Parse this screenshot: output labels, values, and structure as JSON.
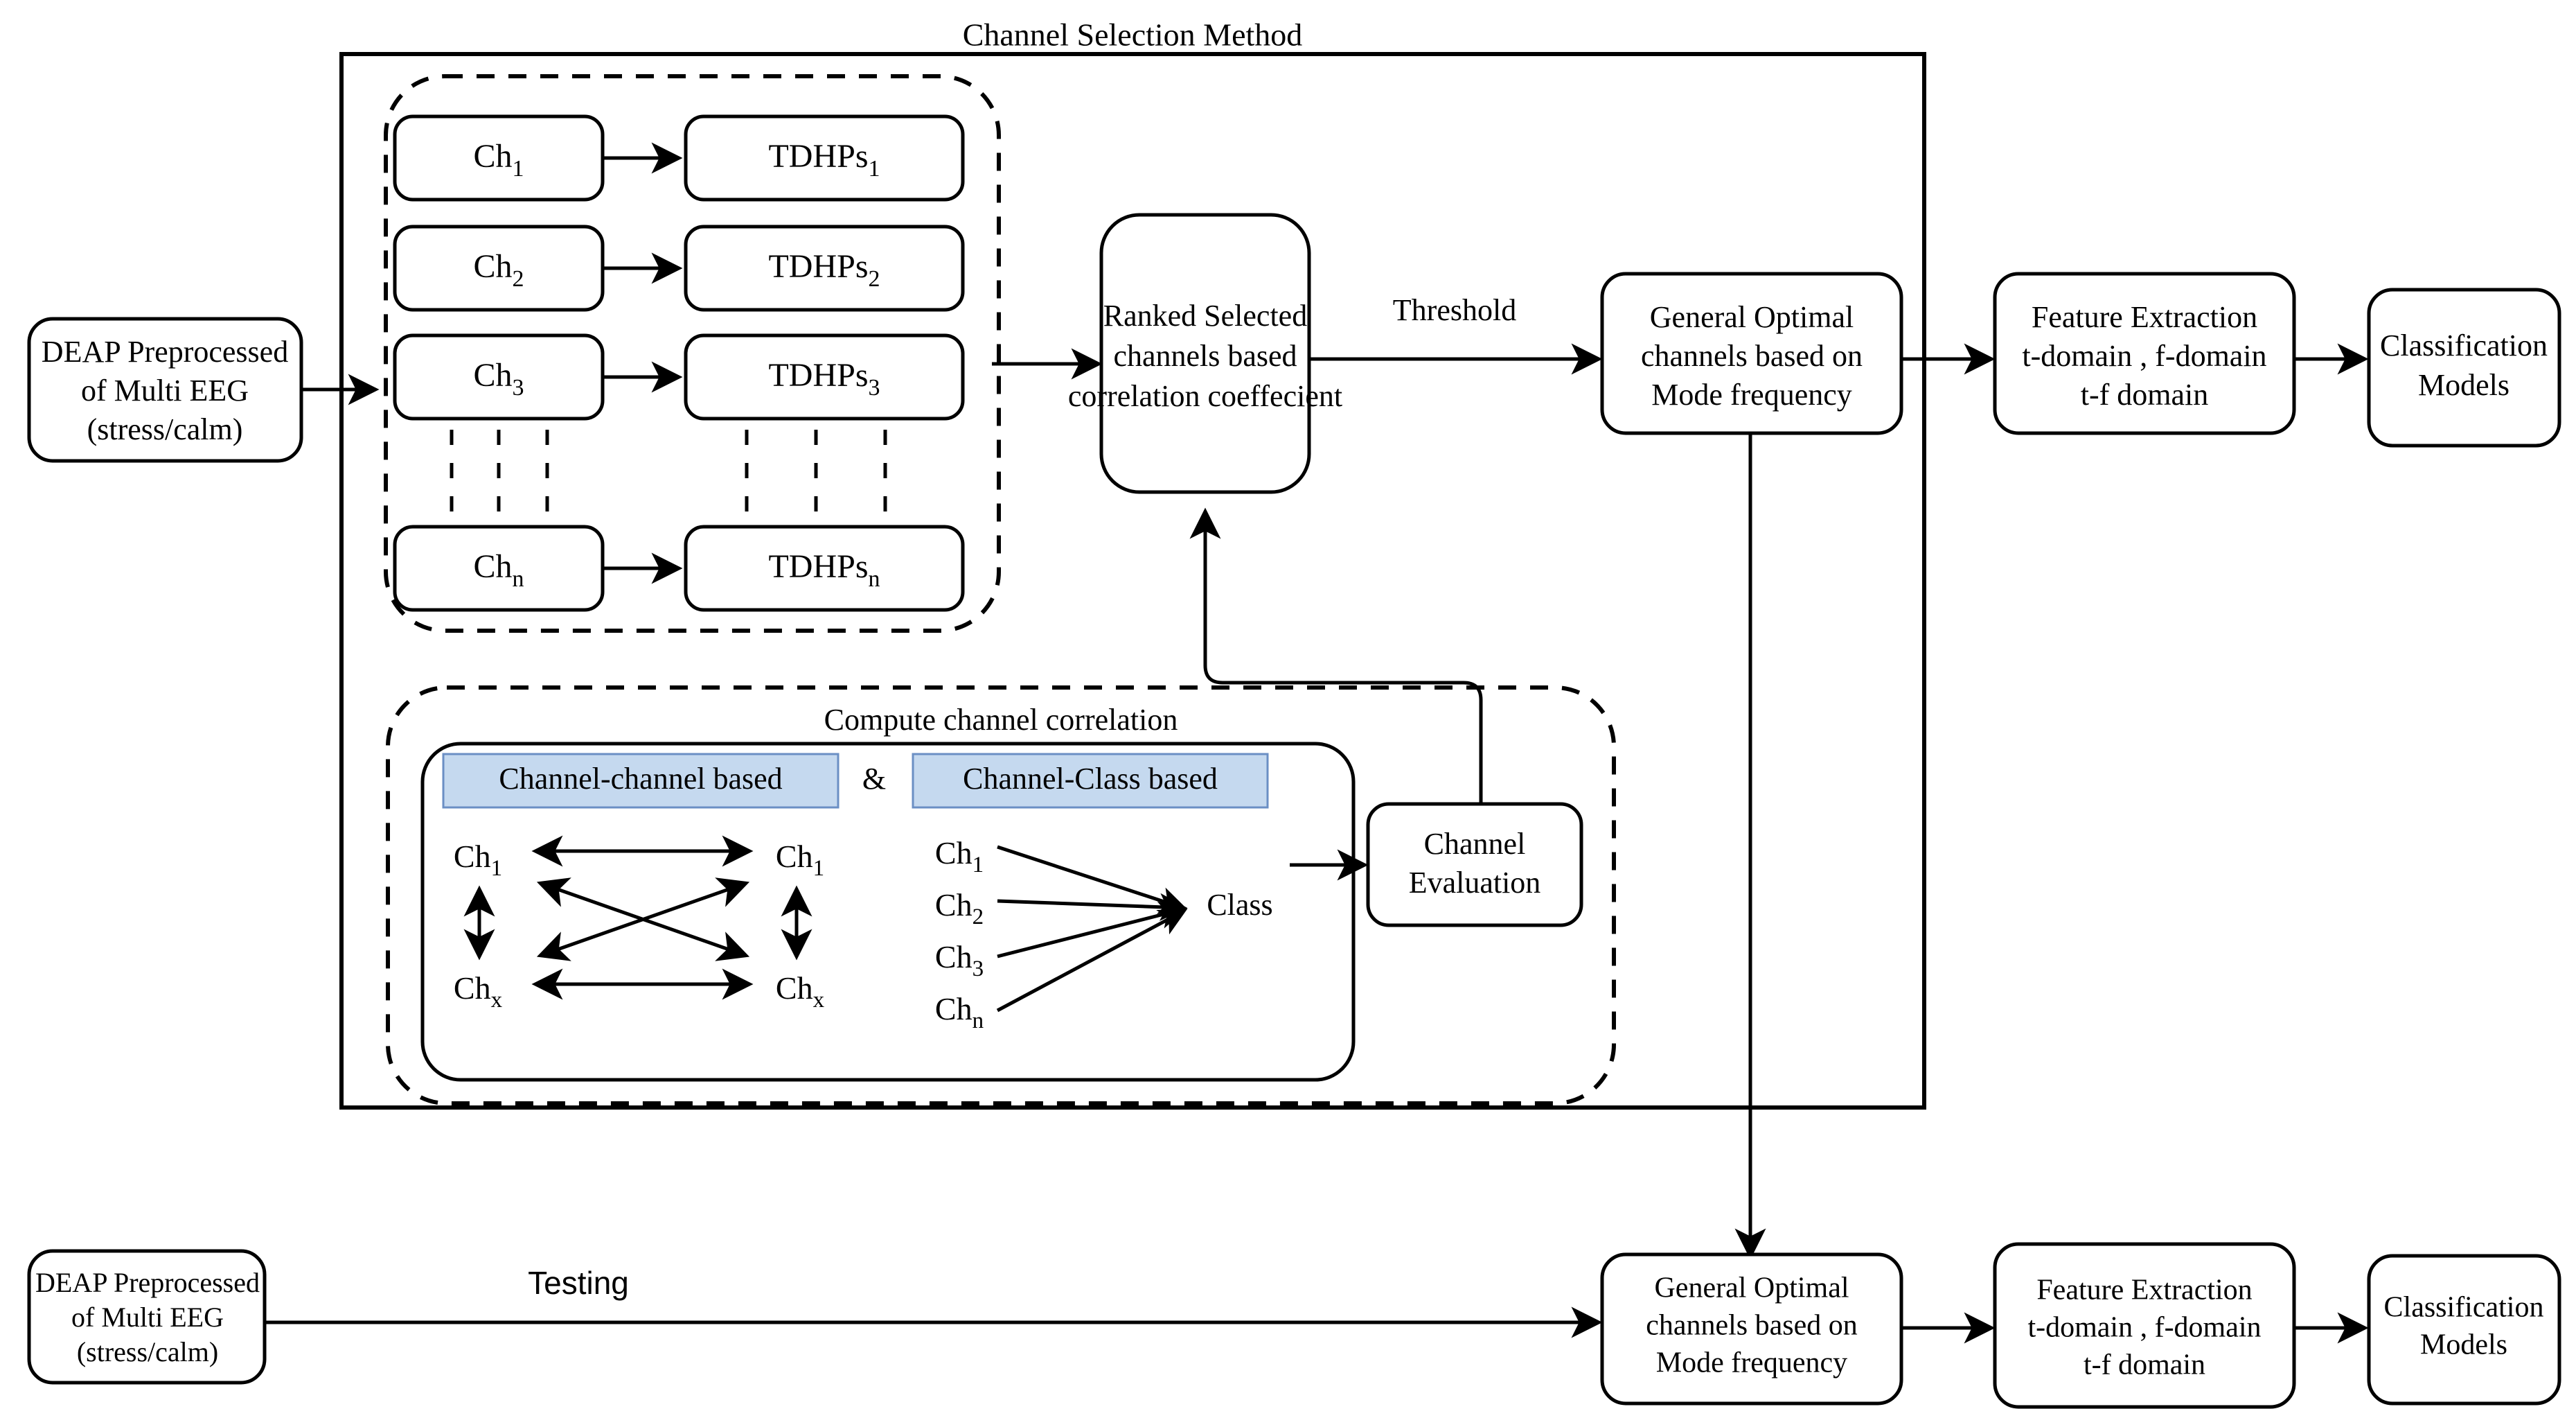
{
  "diagram": {
    "title": "Channel Selection Method",
    "inner_group_label": "Compute channel correlation",
    "threshold_label": "Threshold",
    "testing_label": "Testing",
    "amp_label": "&",
    "class_label": "Class",
    "colors": {
      "tag_fill": "#c5d9ef",
      "tag_stroke": "#6b8fc4",
      "line": "#000000",
      "node_fill": "#ffffff"
    }
  },
  "train_input": {
    "line1": "DEAP Preprocessed",
    "line2": "of Multi EEG",
    "line3": "(stress/calm)"
  },
  "test_input": {
    "line1": "DEAP Preprocessed",
    "line2": "of Multi EEG",
    "line3": "(stress/calm)"
  },
  "channels": [
    {
      "ch": "Ch",
      "ch_sub": "1",
      "tdhp": "TDHPs",
      "tdhp_sub": "1"
    },
    {
      "ch": "Ch",
      "ch_sub": "2",
      "tdhp": "TDHPs",
      "tdhp_sub": "2"
    },
    {
      "ch": "Ch",
      "ch_sub": "3",
      "tdhp": "TDHPs",
      "tdhp_sub": "3"
    },
    {
      "ch": "Ch",
      "ch_sub": "n",
      "tdhp": "TDHPs",
      "tdhp_sub": "n"
    }
  ],
  "ranked": {
    "line1": "Ranked Selected",
    "line2": "channels based",
    "line3": "correlation coeffecient"
  },
  "general_optimal_top": {
    "line1": "General Optimal",
    "line2": "channels based on",
    "line3": "Mode frequency"
  },
  "feature_top": {
    "line1": "Feature Extraction",
    "line2": "t-domain , f-domain",
    "line3": "t-f domain"
  },
  "classification_top": {
    "line1": "Classification",
    "line2": "Models"
  },
  "general_optimal_bottom": {
    "line1": "General Optimal",
    "line2": "channels based on",
    "line3": "Mode frequency"
  },
  "feature_bottom": {
    "line1": "Feature Extraction",
    "line2": "t-domain , f-domain",
    "line3": "t-f domain"
  },
  "classification_bottom": {
    "line1": "Classification",
    "line2": "Models"
  },
  "channel_channel": {
    "tag": "Channel-channel based",
    "left_top": "Ch",
    "left_top_sub": "1",
    "left_bottom": "Ch",
    "left_bottom_sub": "x",
    "right_top": "Ch",
    "right_top_sub": "1",
    "right_bottom": "Ch",
    "right_bottom_sub": "x"
  },
  "channel_class": {
    "tag": "Channel-Class based",
    "items": [
      {
        "ch": "Ch",
        "sub": "1"
      },
      {
        "ch": "Ch",
        "sub": "2"
      },
      {
        "ch": "Ch",
        "sub": "3"
      },
      {
        "ch": "Ch",
        "sub": "n"
      }
    ],
    "target": "Class"
  },
  "channel_evaluation": {
    "line1": "Channel",
    "line2": "Evaluation"
  }
}
